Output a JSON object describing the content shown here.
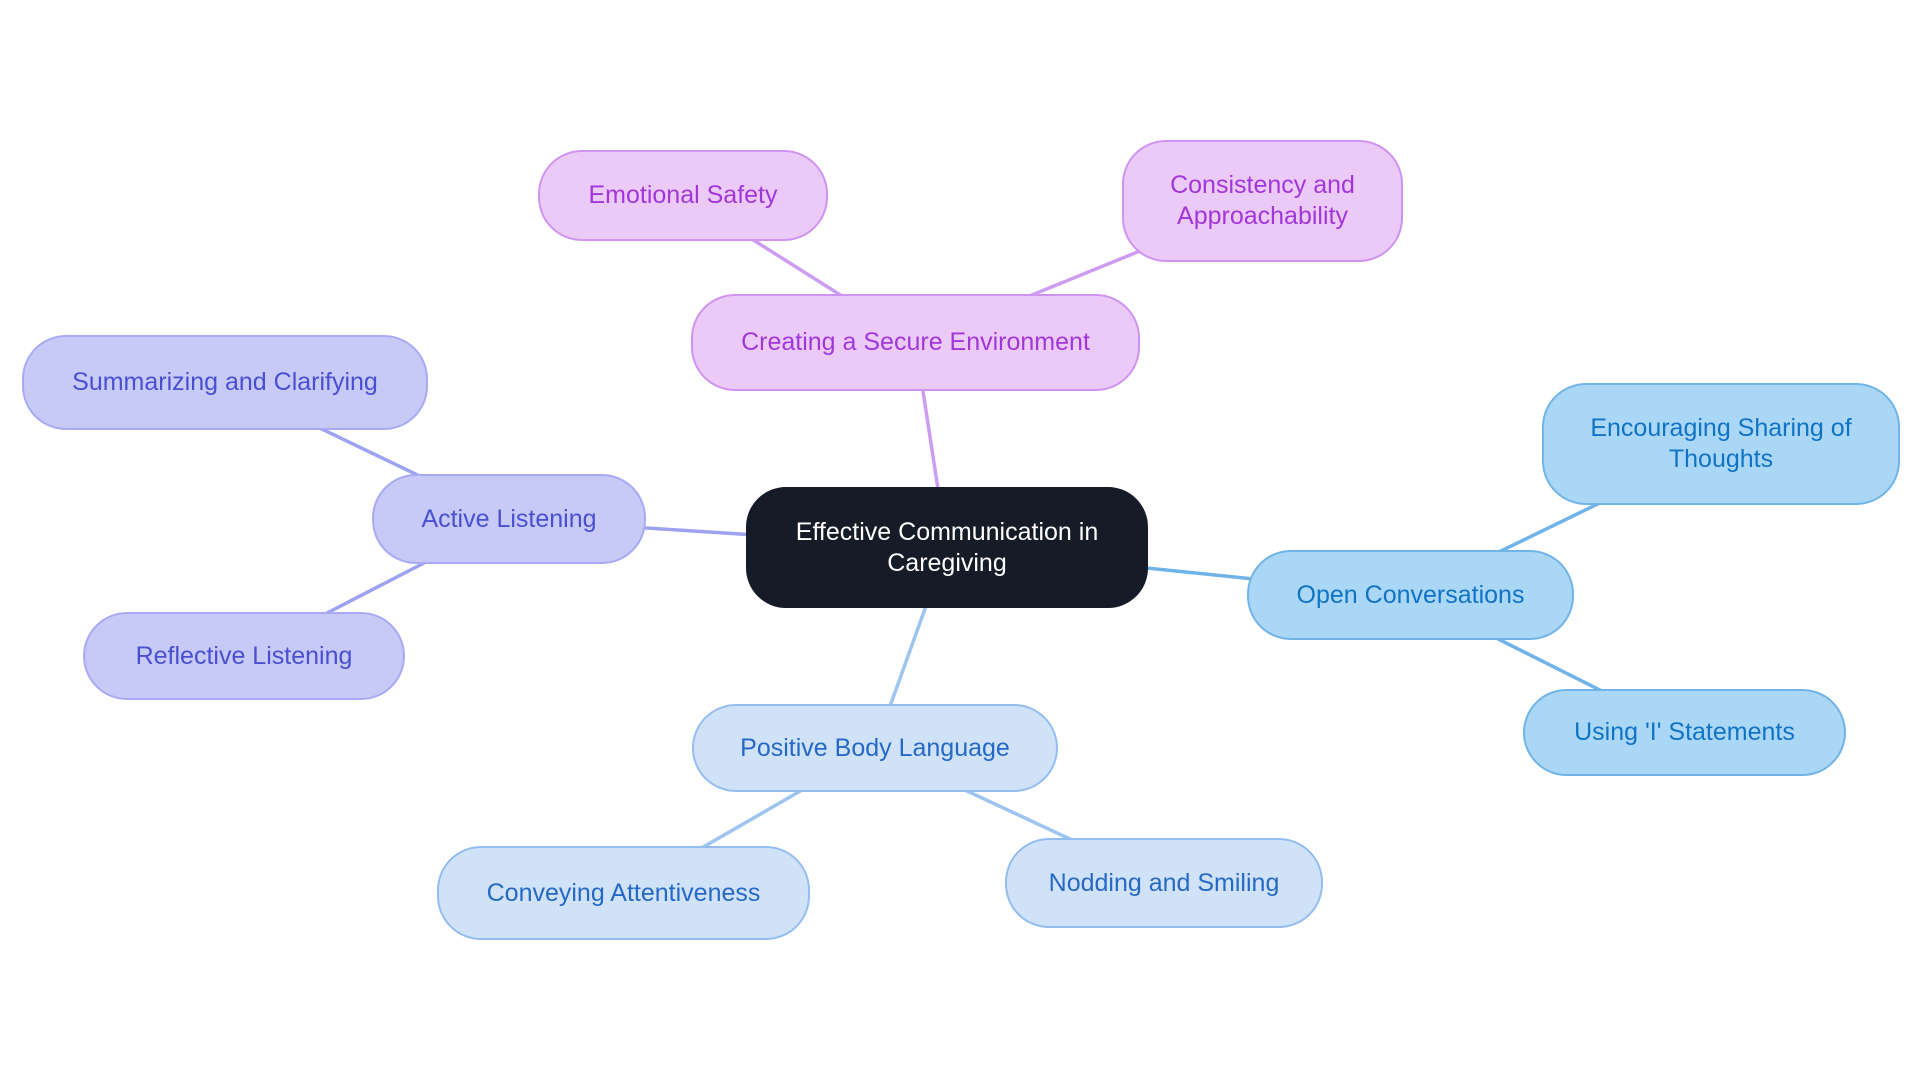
{
  "diagram": {
    "type": "mindmap",
    "background": "#ffffff"
  },
  "nodes": {
    "center": {
      "label": "Effective Communication in Caregiving",
      "fill": "#151b27",
      "border": "#151b27",
      "text_color": "#ffffff"
    },
    "secure": {
      "label": "Creating a Secure Environment",
      "fill": "#eccaf8",
      "border": "#d093f2",
      "text_color": "#a137da"
    },
    "emotional": {
      "label": "Emotional Safety",
      "fill": "#eccaf8",
      "border": "#d093f2",
      "text_color": "#a137da"
    },
    "consistency": {
      "label": "Consistency and Approachability",
      "fill": "#eccaf8",
      "border": "#d093f2",
      "text_color": "#a137da"
    },
    "listening": {
      "label": "Active Listening",
      "fill": "#c7c9f6",
      "border": "#a8abf4",
      "text_color": "#4a4fd2"
    },
    "summarizing": {
      "label": "Summarizing and Clarifying",
      "fill": "#c7c9f6",
      "border": "#a8abf4",
      "text_color": "#4a4fd2"
    },
    "reflective": {
      "label": "Reflective Listening",
      "fill": "#c7c9f6",
      "border": "#a8abf4",
      "text_color": "#4a4fd2"
    },
    "open": {
      "label": "Open Conversations",
      "fill": "#a9d7f5",
      "border": "#70b4e8",
      "text_color": "#1173c5"
    },
    "encouraging": {
      "label": "Encouraging Sharing of Thoughts",
      "fill": "#a9d7f5",
      "border": "#70b4e8",
      "text_color": "#1173c5"
    },
    "statements": {
      "label": "Using 'I' Statements",
      "fill": "#a9d7f5",
      "border": "#70b4e8",
      "text_color": "#1173c5"
    },
    "body": {
      "label": "Positive Body Language",
      "fill": "#d0e2f8",
      "border": "#94bdf0",
      "text_color": "#2569c5"
    },
    "conveying": {
      "label": "Conveying Attentiveness",
      "fill": "#d0e2f8",
      "border": "#94bdf0",
      "text_color": "#2569c5"
    },
    "nodding": {
      "label": "Nodding and Smiling",
      "fill": "#d0e2f8",
      "border": "#94bdf0",
      "text_color": "#2569c5"
    }
  },
  "edges": [
    {
      "from": "center",
      "to": "secure",
      "color": "#cd9df2"
    },
    {
      "from": "secure",
      "to": "emotional",
      "color": "#cd9df2"
    },
    {
      "from": "secure",
      "to": "consistency",
      "color": "#cd9df2"
    },
    {
      "from": "center",
      "to": "listening",
      "color": "#9da3f0"
    },
    {
      "from": "listening",
      "to": "summarizing",
      "color": "#9da3f0"
    },
    {
      "from": "listening",
      "to": "reflective",
      "color": "#9da3f0"
    },
    {
      "from": "center",
      "to": "open",
      "color": "#6fb3e8"
    },
    {
      "from": "open",
      "to": "encouraging",
      "color": "#6fb3e8"
    },
    {
      "from": "open",
      "to": "statements",
      "color": "#6fb3e8"
    },
    {
      "from": "center",
      "to": "body",
      "color": "#9ec5f0"
    },
    {
      "from": "body",
      "to": "conveying",
      "color": "#9ec5f0"
    },
    {
      "from": "body",
      "to": "nodding",
      "color": "#9ec5f0"
    }
  ]
}
